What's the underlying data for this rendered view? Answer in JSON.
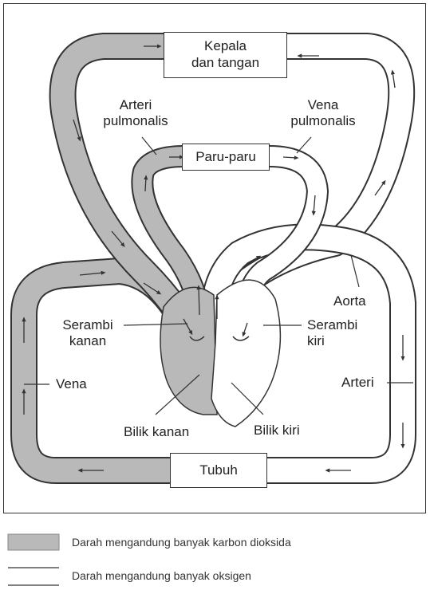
{
  "organs": {
    "head": [
      "Kepala",
      "dan tangan"
    ],
    "lungs": "Paru-paru",
    "body": "Tubuh"
  },
  "labels": {
    "pulmonary_artery": [
      "Arteri",
      "pulmonalis"
    ],
    "pulmonary_vein": [
      "Vena",
      "pulmonalis"
    ],
    "aorta": "Aorta",
    "right_atrium": [
      "Serambi",
      "kanan"
    ],
    "left_atrium": [
      "Serambi",
      "kiri"
    ],
    "vein": "Vena",
    "artery": "Arteri",
    "right_ventricle": "Bilik kanan",
    "left ventricle": "Bilik kiri"
  },
  "legend": {
    "deoxygenated": "Darah mengandung banyak karbon dioksida",
    "oxygenated": "Darah mengandung banyak oksigen"
  },
  "colors": {
    "deoxygenated_fill": "#b9b9b9",
    "oxygenated_fill": "#ffffff",
    "outline": "#333333"
  }
}
